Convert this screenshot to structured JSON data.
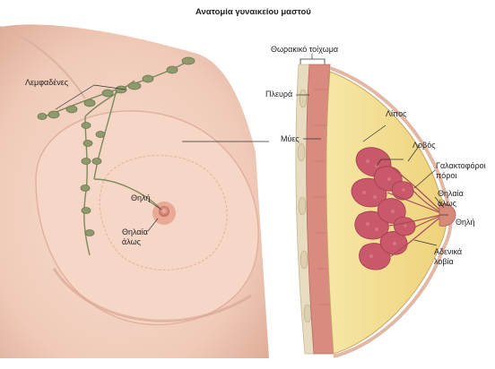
{
  "title": "Ανατομία γυναικείου μαστού",
  "labels": {
    "lymph_nodes": "Λεμφαδένες",
    "nipple_left": "Θηλή",
    "areola_left": "Θηλαία άλως",
    "chest_wall": "Θωρακικό τοίχωμα",
    "rib": "Πλευρά",
    "muscles": "Μύες",
    "fat": "Λίπος",
    "lobe": "Λοβός",
    "milk_ducts": "Γαλακτοφόροι πόροι",
    "areola_right": "Θηλαία άλως",
    "nipple_right": "Θηλή",
    "lobules": "Αδενικά λοβία"
  },
  "colors": {
    "skin": "#f3d2c3",
    "skin_shadow": "#e8b9a6",
    "lymph": "#8e9a6b",
    "fat": "#f2df8a",
    "gland": "#c9586a",
    "muscle": "#d98b80",
    "rib": "#e8dcc0",
    "nipple": "#c9776a"
  }
}
